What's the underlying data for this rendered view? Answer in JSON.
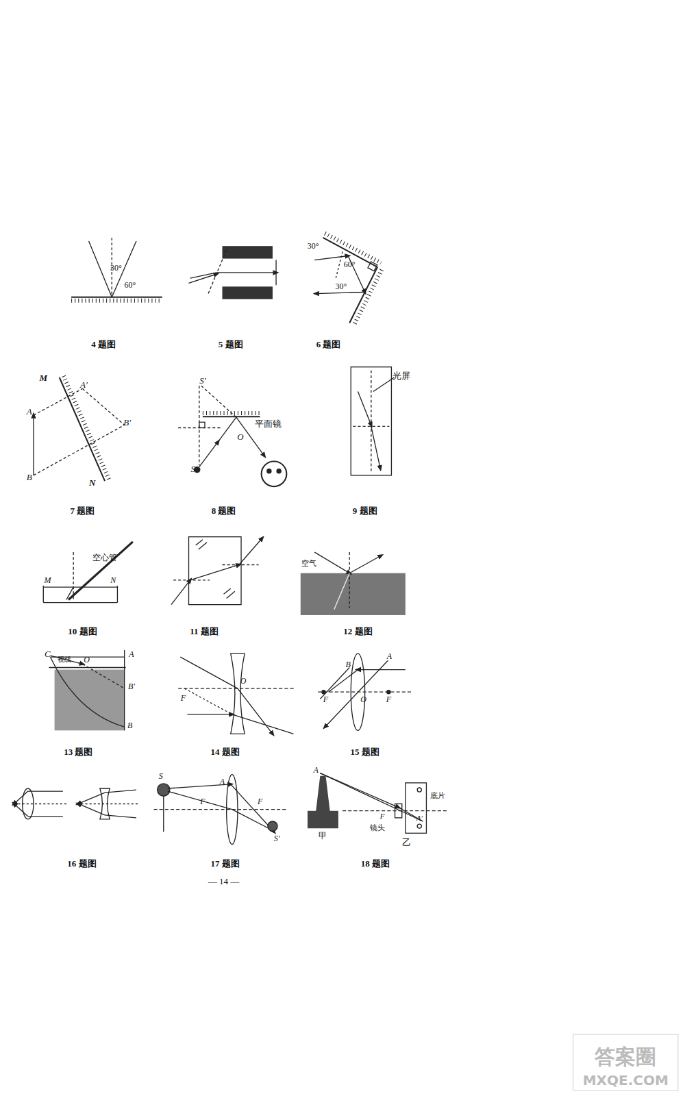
{
  "diagram": {
    "labels": [
      "30°",
      "60°",
      "4 题图",
      "5 题图",
      "30°",
      "60°",
      "30°",
      "6 题图",
      "M",
      "A'",
      "A",
      "B'",
      "B",
      "N",
      "7 题图",
      "S'",
      "平面镜",
      "O",
      "S",
      "8 题图",
      "光屏",
      "9 题图",
      "空心管",
      "M",
      "N",
      "10 题图",
      "11 题图",
      "空气",
      "12 题图",
      "C",
      "视线",
      "O",
      "A",
      "B'",
      "B",
      "13 题图",
      "F",
      "O",
      "14 题图",
      "A",
      "B",
      "F",
      "O",
      "F",
      "15 题图",
      "16 题图",
      "S",
      "A",
      "F",
      "F",
      "S'",
      "17 题图",
      "A",
      "底片",
      "F",
      "镜头",
      "A'",
      "甲",
      "乙",
      "18 题图",
      "— 14 —",
      "答案圈",
      "MXQE.COM"
    ]
  }
}
